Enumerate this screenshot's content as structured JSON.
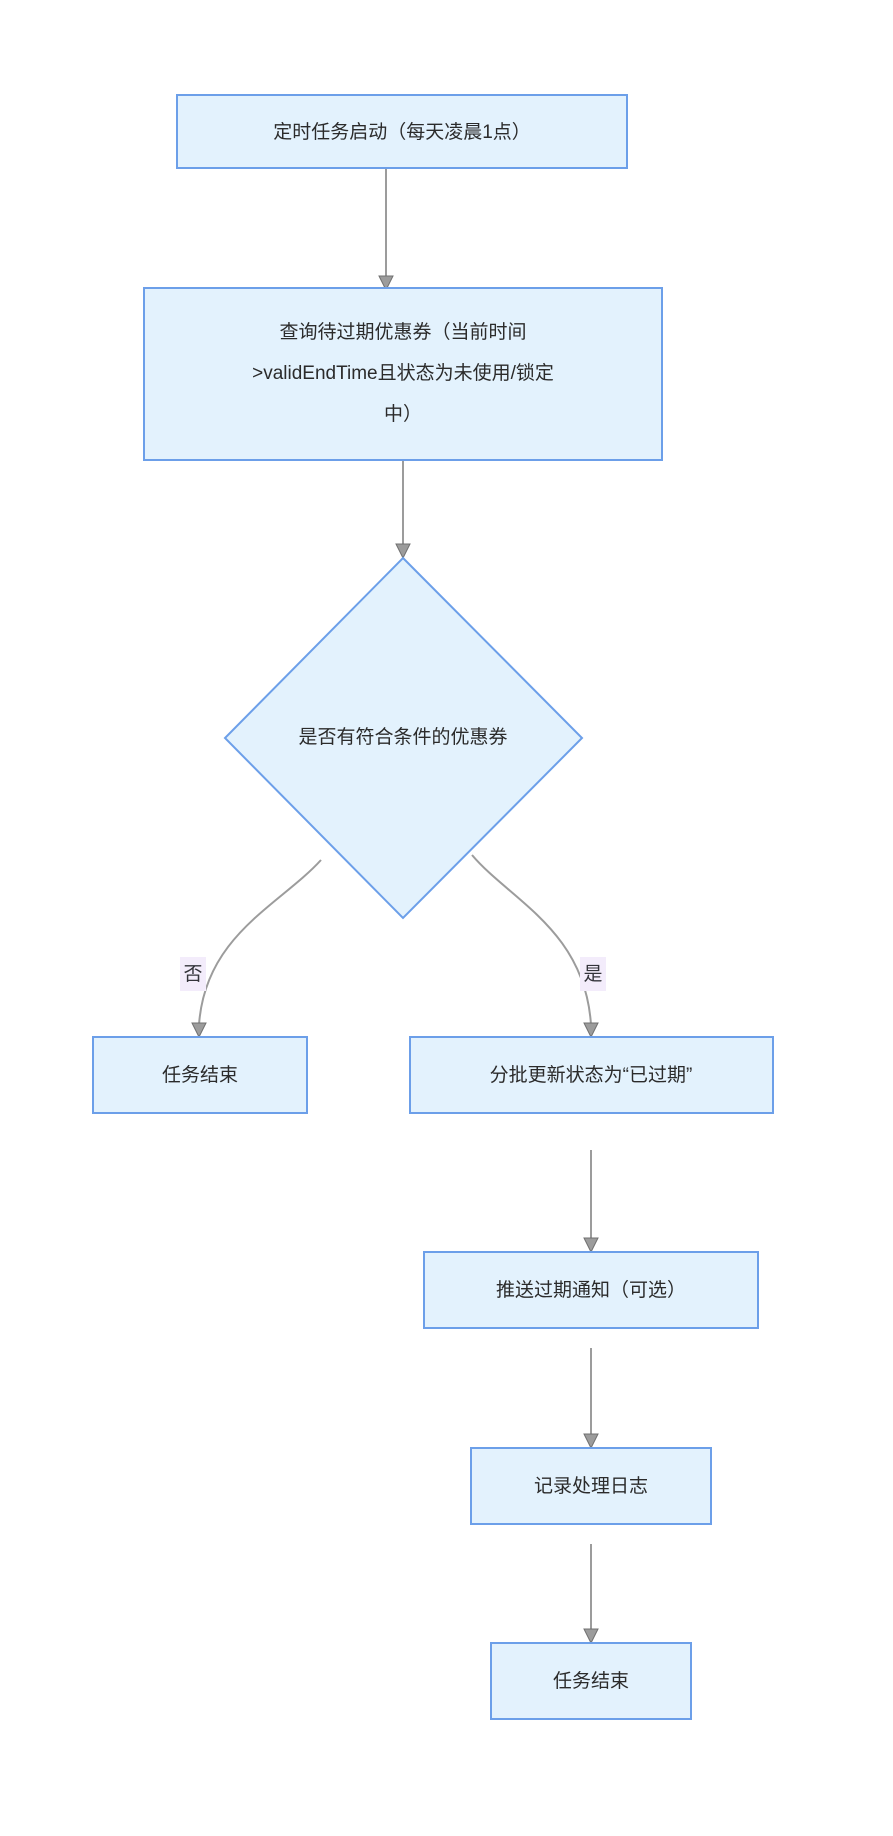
{
  "diagram": {
    "type": "flowchart",
    "title_visible": false,
    "direction": "top-to-bottom",
    "colors": {
      "node_fill": "#e3f2fd",
      "node_stroke": "#6c9fe9",
      "edge_stroke": "#9c9c9c",
      "text": "#2b2b2b",
      "edge_label_bg": "#f3ecfb",
      "background": "#ffffff"
    },
    "nodes": [
      {
        "id": "start",
        "shape": "rect",
        "label": "定时任务启动（每天凌晨1点）",
        "lines": [
          "定时任务启动（每天凌晨1点）"
        ]
      },
      {
        "id": "query",
        "shape": "rect",
        "label": "查询待过期优惠券（当前时间>validEndTime且状态为未使用/锁定中）",
        "lines": [
          "查询待过期优惠券（当前时间",
          ">validEndTime且状态为未使用/锁定",
          "中）"
        ]
      },
      {
        "id": "decision",
        "shape": "diamond",
        "label": "是否有符合条件的优惠券",
        "lines": [
          "是否有符合条件的优惠券"
        ]
      },
      {
        "id": "end-no",
        "shape": "rect",
        "label": "任务结束",
        "lines": [
          "任务结束"
        ]
      },
      {
        "id": "batch-update",
        "shape": "rect",
        "label": "分批更新状态为“已过期”",
        "lines": [
          "分批更新状态为“已过期”"
        ]
      },
      {
        "id": "push-notice",
        "shape": "rect",
        "label": "推送过期通知（可选）",
        "lines": [
          "推送过期通知（可选）"
        ]
      },
      {
        "id": "log",
        "shape": "rect",
        "label": "记录处理日志",
        "lines": [
          "记录处理日志"
        ]
      },
      {
        "id": "end-yes",
        "shape": "rect",
        "label": "任务结束",
        "lines": [
          "任务结束"
        ]
      }
    ],
    "edges": [
      {
        "from": "start",
        "to": "query",
        "label": ""
      },
      {
        "from": "query",
        "to": "decision",
        "label": ""
      },
      {
        "from": "decision",
        "to": "end-no",
        "label": "否"
      },
      {
        "from": "decision",
        "to": "batch-update",
        "label": "是"
      },
      {
        "from": "batch-update",
        "to": "push-notice",
        "label": ""
      },
      {
        "from": "push-notice",
        "to": "log",
        "label": ""
      },
      {
        "from": "log",
        "to": "end-yes",
        "label": ""
      }
    ]
  }
}
